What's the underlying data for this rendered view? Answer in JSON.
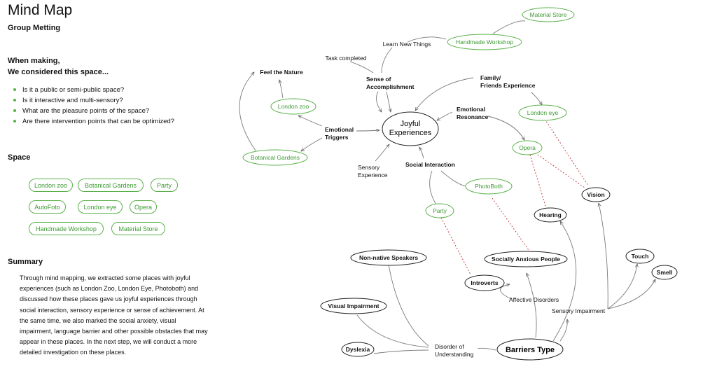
{
  "title": "Mind Map",
  "subtitle": "Group Metting",
  "questions": {
    "heading_line1": "When making,",
    "heading_line2": "We considered this space...",
    "items": [
      "Is it a public or semi-public space?",
      "Is it interactive and multi-sensory?",
      "What are the pleasure points of the space?",
      "Are there intervention points that can be optimized?"
    ]
  },
  "space": {
    "heading": "Space",
    "tags": [
      "London zoo",
      "Botanical Gardens",
      "Party",
      "AutoFoto",
      "London eye",
      "Opera",
      "Handmade Workshop",
      "Material Store"
    ]
  },
  "summary": {
    "heading": "Summary",
    "text": "Through mind mapping, we extracted some places with joyful experiences (such as London Zoo, London Eye, Photoboth) and discussed how these places gave us joyful experiences through social interaction, sensory experience or sense of achievement. At the same time, we also marked the social anxiety, visual impairment, language barrier and other possible obstacles that may appear in these places. In the next step, we will conduct a more detailed investigation on these places."
  },
  "mindmap": {
    "center": [
      "Joyful",
      "Experiences"
    ],
    "barriers_center": "Barriers Type",
    "labels": {
      "sense_of_accomplishment": [
        "Sense of",
        "Accomplishment"
      ],
      "learn_new_things": "Learn New Things",
      "task_completed": "Task completed",
      "family_friends": [
        "Family/",
        "Friends Experience"
      ],
      "emotional_resonance": [
        "Emotional",
        "Resonance"
      ],
      "emotional_triggers": [
        "Emotional",
        "Triggers"
      ],
      "feel_the_nature": "Feel the Nature",
      "sensory_experience": [
        "Sensory",
        "Experience"
      ],
      "social_interaction": "Social Interaction",
      "affective_disorders": "Affective Disorders",
      "sensory_impairment": "Sensory Impairment",
      "disorder_of_understanding": [
        "Disorder of",
        "Understanding"
      ]
    },
    "green_nodes": {
      "material_store": "Material Store",
      "handmade_workshop": "Handmade Workshop",
      "london_zoo": "London zoo",
      "botanical_gardens": "Botanical Gardens",
      "london_eye": "London eye",
      "opera": "Opera",
      "photobooth": "PhotoBoth",
      "party": "Party"
    },
    "barrier_nodes": {
      "vision": "Vision",
      "hearing": "Hearing",
      "touch": "Touch",
      "smell": "Smell",
      "socially_anxious": "Socially Anxious People",
      "introverts": "Introverts",
      "non_native": "Non-native Speakers",
      "visual_impairment": "Visual Impairment",
      "dyslexia": "Dyslexia"
    }
  },
  "colors": {
    "accent_green": "#5ab14a",
    "dotted_red": "#c0393b",
    "line": "#7a7a7a"
  }
}
